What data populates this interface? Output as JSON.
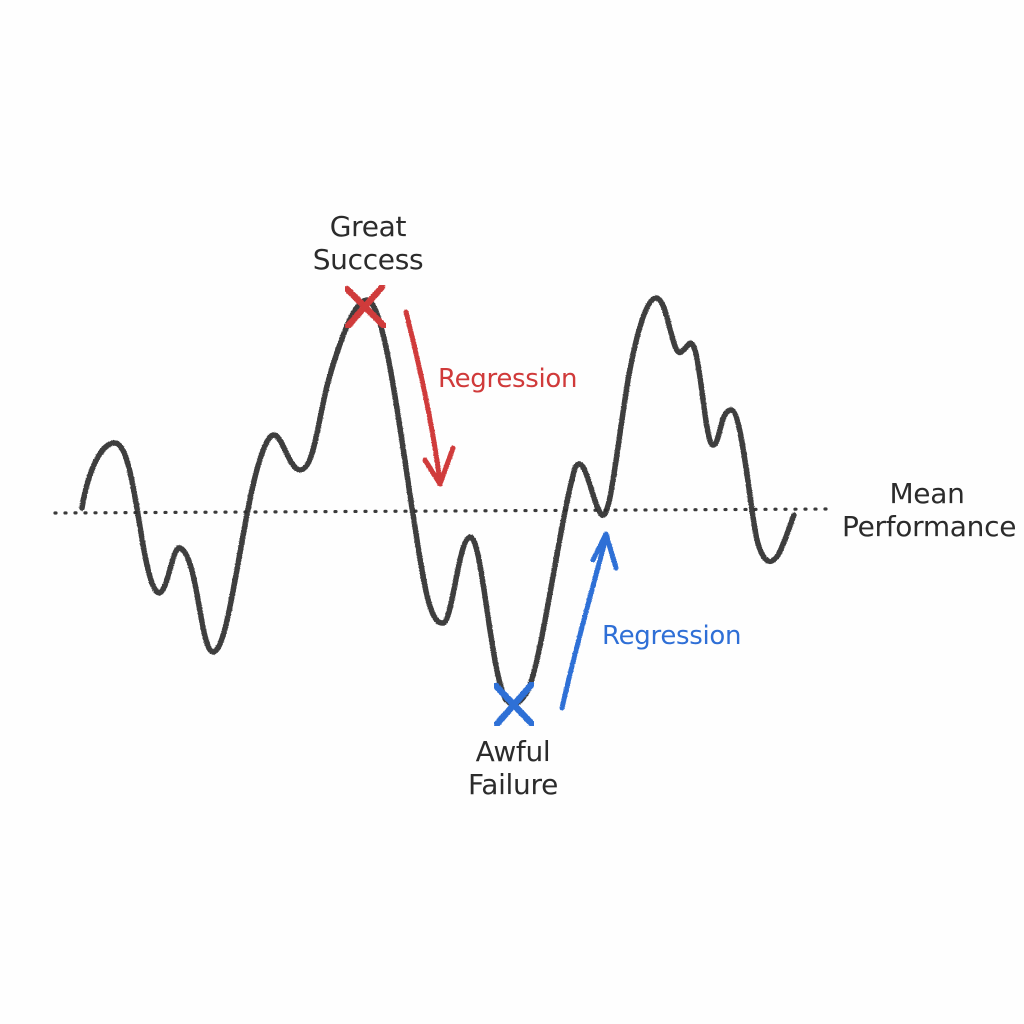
{
  "labels": {
    "peak": [
      "Great",
      "Success"
    ],
    "trough": [
      "Awful",
      "Failure"
    ],
    "mean": [
      "Mean",
      "Performance"
    ],
    "regression_down": "Regression",
    "regression_up": "Regression"
  },
  "colors": {
    "line": "#2f2f2f",
    "mean_line": "#3a3a3a",
    "success": "#d03a3a",
    "failure": "#2f6fd6",
    "text": "#2b2b2b"
  }
}
